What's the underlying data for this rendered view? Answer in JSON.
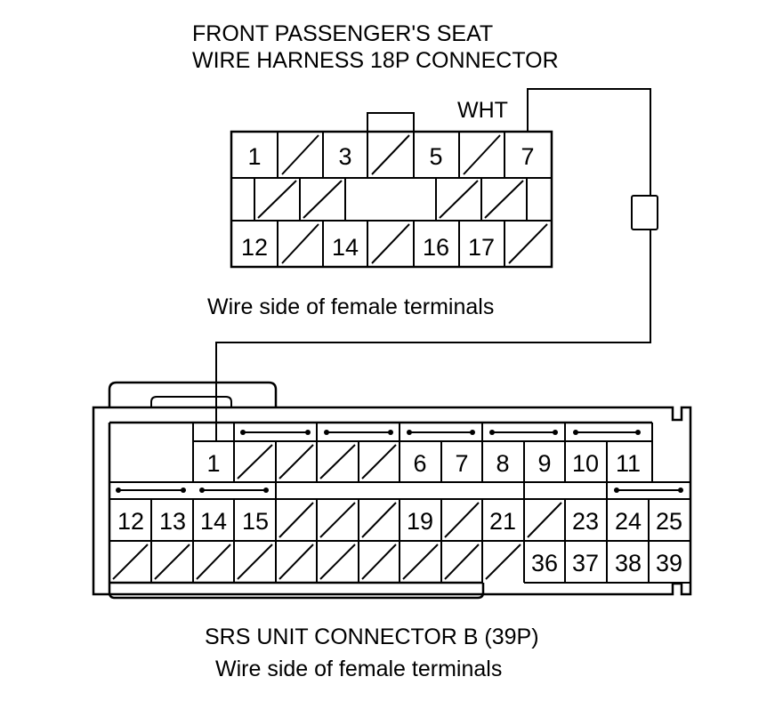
{
  "seat_connector": {
    "title_line1": "FRONT PASSENGER'S SEAT",
    "title_line2": "WIRE HARNESS 18P CONNECTOR",
    "wire_color": "WHT",
    "caption": "Wire side of female terminals",
    "pins_row1": [
      "1",
      "3",
      "5",
      "7"
    ],
    "pins_row3": [
      "12",
      "14",
      "16",
      "17"
    ]
  },
  "srs_connector": {
    "title": "SRS UNIT CONNECTOR B (39P)",
    "caption": "Wire side of female terminals",
    "pins_row1": [
      "1",
      "6",
      "7",
      "8",
      "9",
      "10",
      "11"
    ],
    "pins_row2": [
      "12",
      "13",
      "14",
      "15",
      "19",
      "21",
      "23",
      "24",
      "25"
    ],
    "pins_row3": [
      "36",
      "37",
      "38",
      "39"
    ]
  },
  "colors": {
    "line": "#000000",
    "background": "#ffffff"
  }
}
